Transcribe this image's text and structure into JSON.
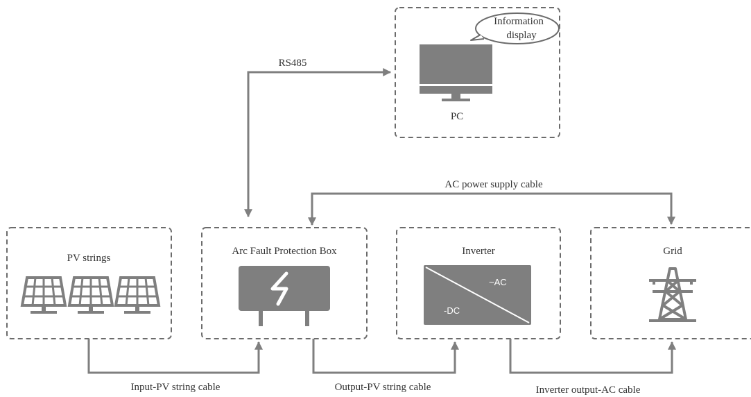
{
  "nodes": {
    "pv_strings": "PV strings",
    "arc_box": "Arc Fault Protection Box",
    "inverter": "Inverter",
    "inverter_ac": "~AC",
    "inverter_dc": "-DC",
    "grid": "Grid",
    "pc": "PC",
    "info_line1": "Information",
    "info_line2": "display"
  },
  "connections": {
    "rs485": "RS485",
    "ac_supply": "AC power supply cable",
    "input_pv": "Input-PV string cable",
    "output_pv": "Output-PV string cable",
    "inverter_output": "Inverter output-AC cable"
  },
  "colors": {
    "icon_gray": "#7f7f7f",
    "border": "#6b6b6b",
    "text": "#333333"
  }
}
